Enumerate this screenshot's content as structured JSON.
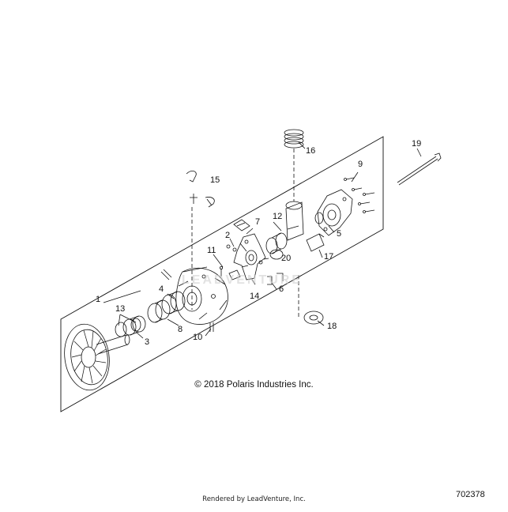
{
  "callouts": {
    "c1": "1",
    "c2": "2",
    "c3": "3",
    "c4": "4",
    "c5": "5",
    "c6": "6",
    "c7": "7",
    "c8": "8",
    "c9": "9",
    "c10": "10",
    "c11": "11",
    "c12": "12",
    "c13": "13",
    "c14": "14",
    "c15": "15",
    "c16": "16",
    "c17": "17",
    "c18": "18",
    "c19": "19",
    "c20": "20"
  },
  "footer": {
    "copyright": "© 2018 Polaris Industries Inc.",
    "diagram_number": "702378",
    "rendered_by": "Rendered by LeadVenture, Inc."
  },
  "watermark": "LEADVENTURE"
}
